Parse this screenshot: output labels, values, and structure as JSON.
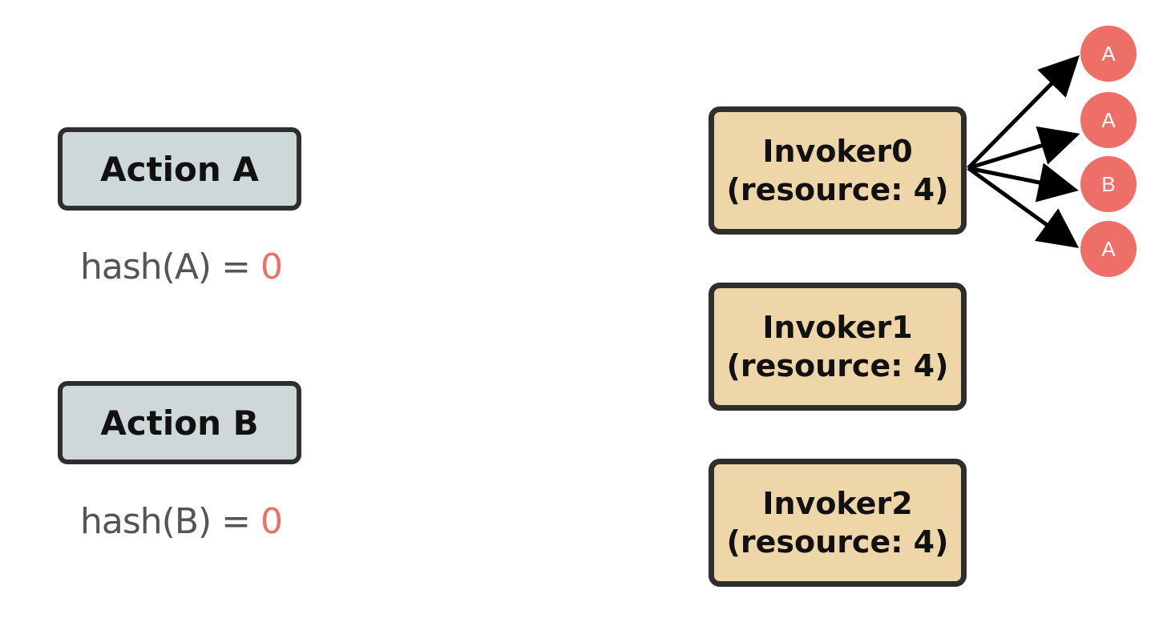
{
  "actions": [
    {
      "label": "Action A",
      "hash_expr": "hash(A) = ",
      "hash_value": "0"
    },
    {
      "label": "Action B",
      "hash_expr": "hash(B) = ",
      "hash_value": "0"
    }
  ],
  "invokers": [
    {
      "name": "Invoker0",
      "resource": "(resource: 4)"
    },
    {
      "name": "Invoker1",
      "resource": "(resource: 4)"
    },
    {
      "name": "Invoker2",
      "resource": "(resource: 4)"
    }
  ],
  "tasks": [
    "A",
    "A",
    "B",
    "A"
  ],
  "colors": {
    "action_fill": "#cfd8d8",
    "invoker_fill": "#efd6a8",
    "task_fill": "#ee6e68",
    "hash_value": "#ee6e68",
    "border": "#2e2e2e"
  }
}
